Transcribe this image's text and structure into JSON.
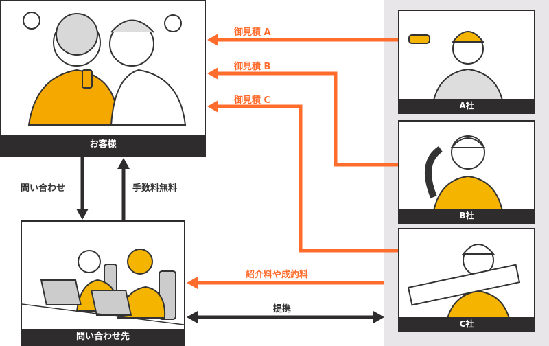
{
  "customer": {
    "label": "お客様"
  },
  "inquiry": {
    "label": "問い合わせ先"
  },
  "companies": [
    {
      "label": "A社"
    },
    {
      "label": "B社"
    },
    {
      "label": "C社"
    }
  ],
  "arrows": {
    "quote_a": "御見積 A",
    "quote_b": "御見積 B",
    "quote_c": "御見積 C",
    "inquire": "問い合わせ",
    "free": "手数料無料",
    "fee": "紹介料や成約料",
    "partner": "提携"
  },
  "colors": {
    "accent": "#ff6c2c",
    "dark": "#2e2c2d",
    "yellow": "#f5b400",
    "panel": "#e8e6e8"
  }
}
